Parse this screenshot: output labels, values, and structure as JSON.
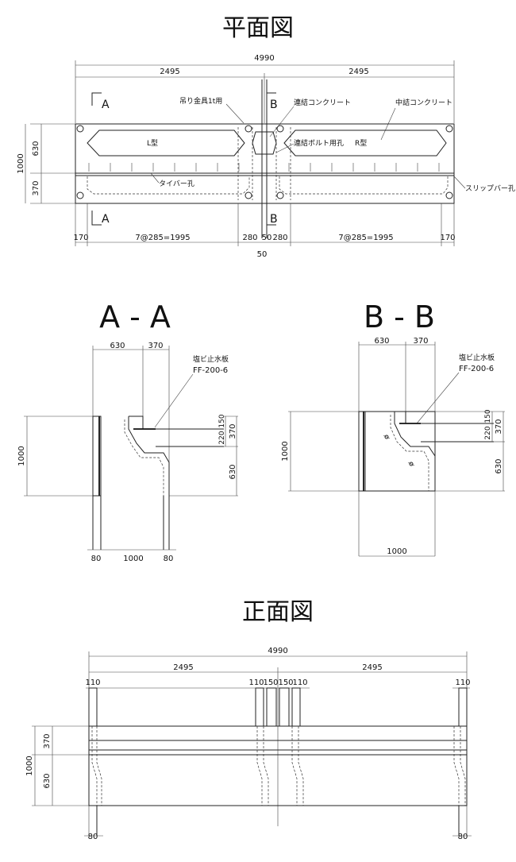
{
  "plan": {
    "title": "平面図",
    "dims": {
      "overall": "4990",
      "half_left": "2495",
      "half_right": "2495",
      "h630": "630",
      "h370": "370",
      "h1000": "1000",
      "b170_left": "170",
      "pitch_left": "7@285=1995",
      "b280_left": "280",
      "b50_top": "50",
      "b280_right": "280",
      "pitch_right": "7@285=1995",
      "b170_right": "170",
      "b50_bottom": "50"
    },
    "labels": {
      "section_a_top": "A",
      "section_b_top": "B",
      "section_a_bottom": "A",
      "section_b_bottom": "B",
      "lifting": "吊り金具1t用",
      "joint_concrete": "連結コンクリート",
      "fill_concrete": "中詰コンクリート",
      "l_type": "L型",
      "r_type": "R型",
      "bolt_hole": "連結ボルト用孔",
      "tie_bar": "タイバー孔",
      "slip_bar": "スリップバー孔"
    }
  },
  "section_aa": {
    "title": "A - A",
    "dims": {
      "w630": "630",
      "w370": "370",
      "h1000": "1000",
      "h150": "150",
      "h220": "220",
      "h370": "370",
      "h630": "630",
      "b80_left": "80",
      "b1000": "1000",
      "b80_right": "80"
    },
    "labels": {
      "waterstop": "塩ビ止水板",
      "waterstop_code": "FF-200-6"
    }
  },
  "section_bb": {
    "title": "B - B",
    "dims": {
      "w630": "630",
      "w370": "370",
      "h1000": "1000",
      "h150": "150",
      "h220": "220",
      "h370": "370",
      "h630": "630",
      "b1000": "1000"
    },
    "labels": {
      "waterstop": "塩ビ止水板",
      "waterstop_code": "FF-200-6"
    }
  },
  "front": {
    "title": "正面図",
    "dims": {
      "overall": "4990",
      "half_left": "2495",
      "half_right": "2495",
      "t110_1": "110",
      "t110_2": "110",
      "t150_1": "150",
      "t150_2": "150",
      "t110_3": "110",
      "t110_4": "110",
      "h370": "370",
      "h1000": "1000",
      "h630": "630",
      "b80_left": "80",
      "b80_right": "80"
    }
  }
}
